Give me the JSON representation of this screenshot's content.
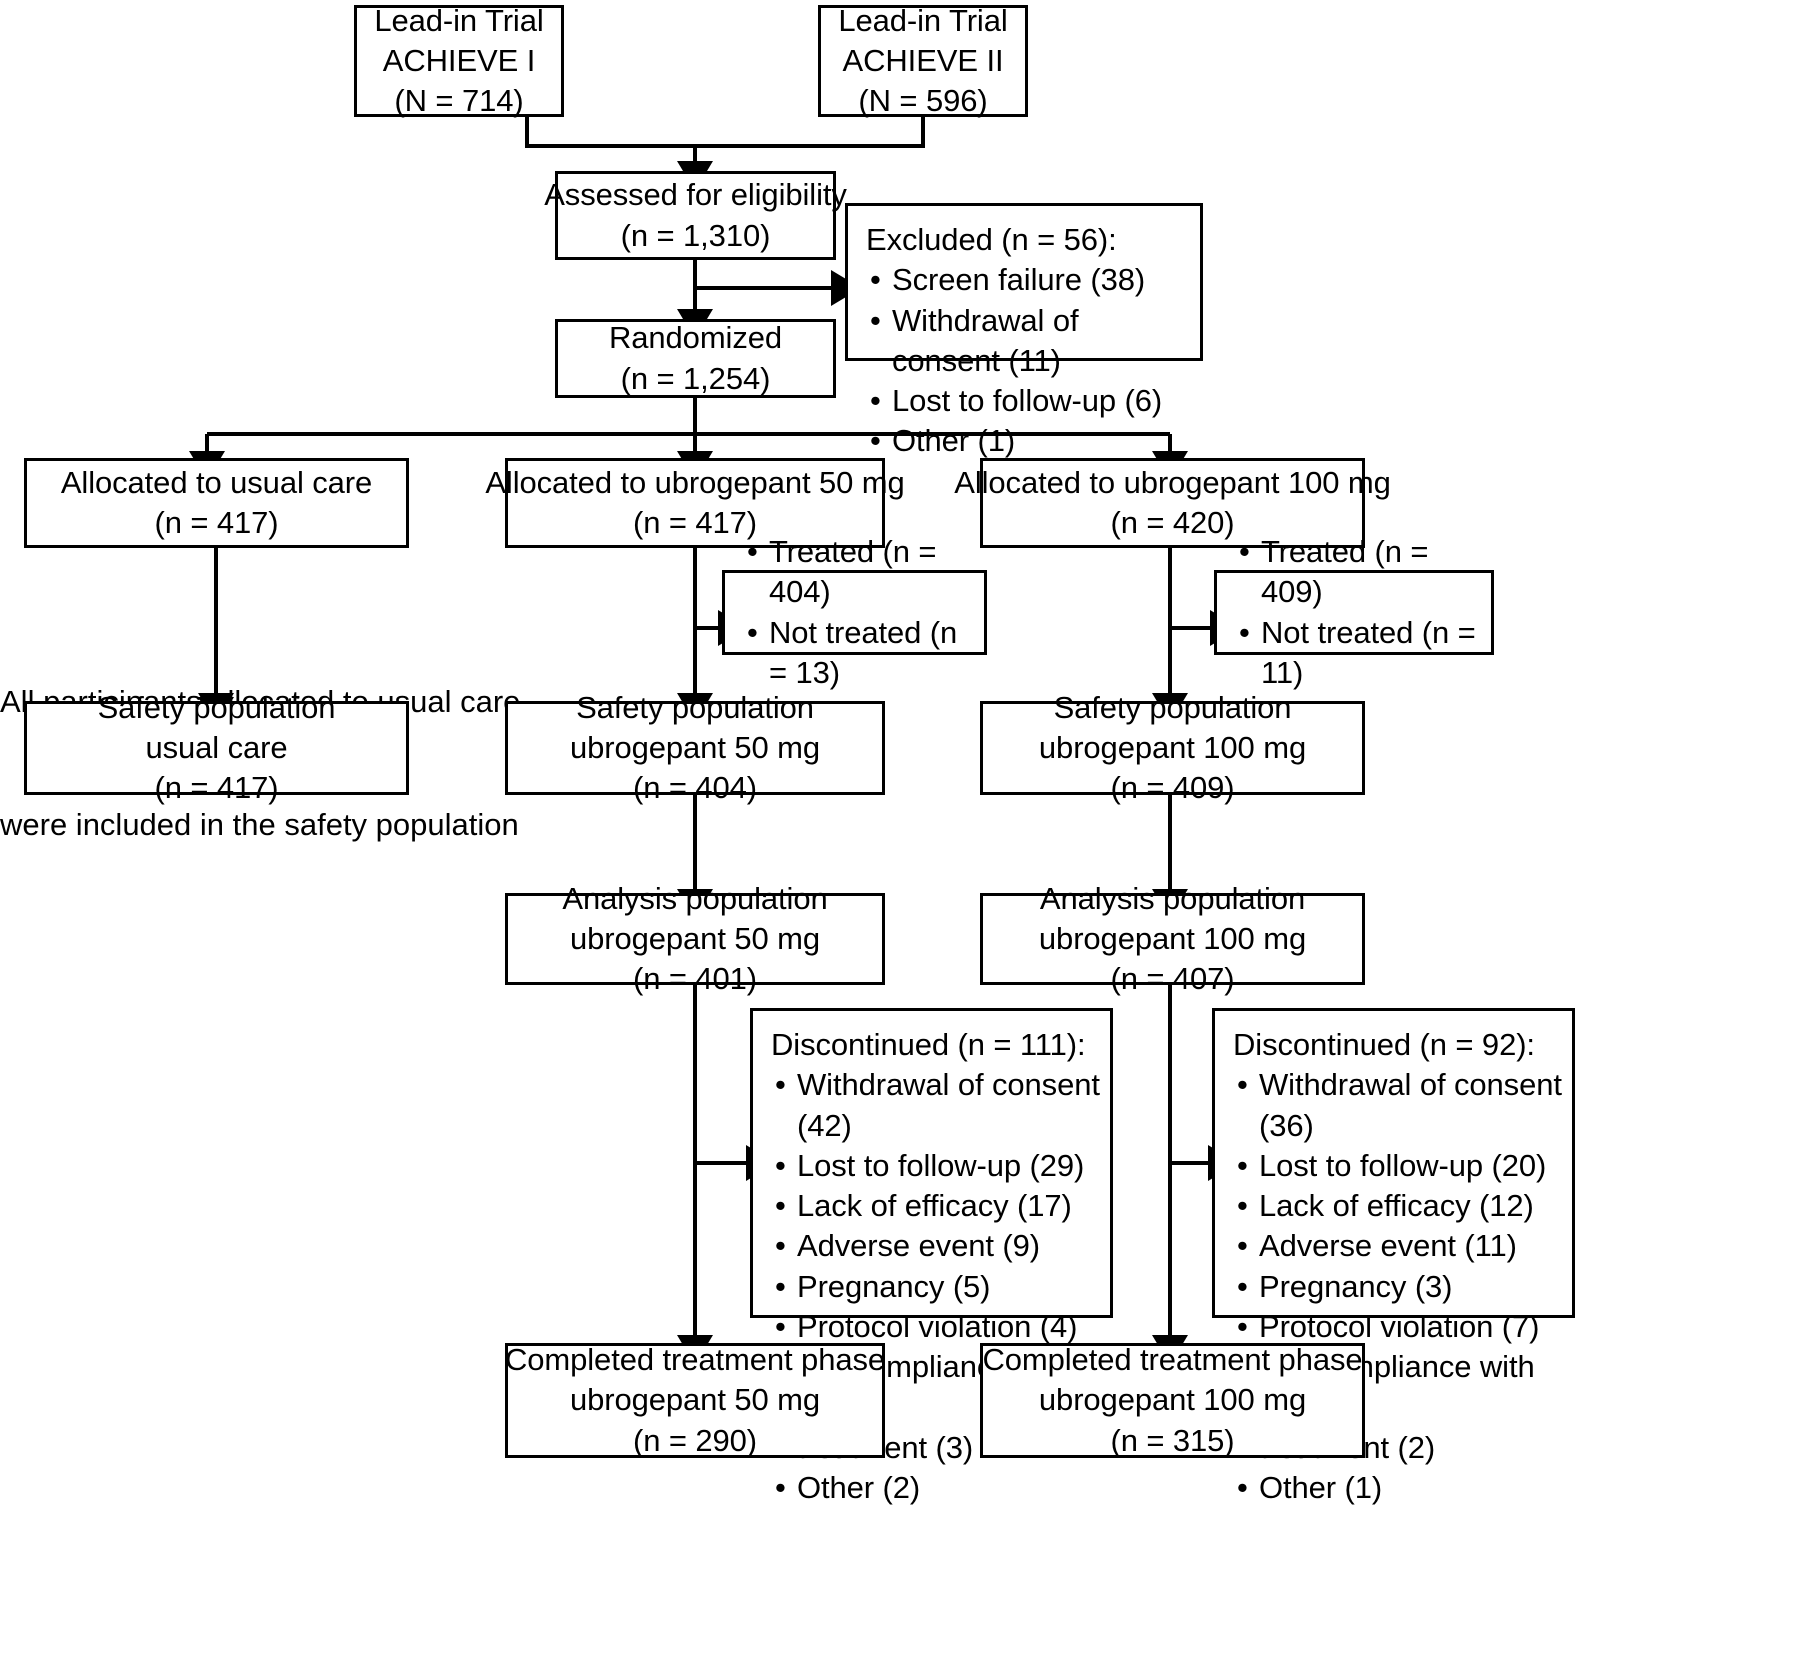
{
  "diagram": {
    "title": "CONSORT participant flow diagram",
    "ink_color": "#000000",
    "background_color": "#ffffff"
  },
  "nodes": {
    "lead_in_1": {
      "line1": "Lead-in Trial",
      "line2": "ACHIEVE I",
      "line3": "(N = 714)"
    },
    "lead_in_2": {
      "line1": "Lead-in Trial",
      "line2": "ACHIEVE II",
      "line3": "(N = 596)"
    },
    "assessed": {
      "line1": "Assessed for eligibility",
      "line2": "(n = 1,310)"
    },
    "excluded": {
      "header": "Excluded (n = 56):",
      "items": [
        "Screen failure (38)",
        "Withdrawal of consent (11)",
        "Lost to follow-up (6)",
        "Other (1)"
      ]
    },
    "randomized": {
      "line1": "Randomized",
      "line2": "(n = 1,254)"
    },
    "alloc_usual": {
      "line1": "Allocated to usual care",
      "line2": "(n = 417)"
    },
    "alloc_50": {
      "line1": "Allocated to ubrogepant 50 mg",
      "line2": "(n = 417)"
    },
    "alloc_100": {
      "line1": "Allocated to ubrogepant 100 mg",
      "line2": "(n = 420)"
    },
    "usual_care_note": {
      "line1": "All participants allocated to usual care",
      "line2": "were included in the safety population"
    },
    "treated_50": {
      "items": [
        "Treated (n = 404)",
        "Not treated (n = 13)"
      ]
    },
    "treated_100": {
      "items": [
        "Treated (n = 409)",
        "Not treated (n = 11)"
      ]
    },
    "safety_usual": {
      "line1": "Safety population",
      "line2": "usual care",
      "line3": "(n = 417)"
    },
    "safety_50": {
      "line1": "Safety population",
      "line2": "ubrogepant 50 mg",
      "line3": "(n = 404)"
    },
    "safety_100": {
      "line1": "Safety population",
      "line2": "ubrogepant 100 mg",
      "line3": "(n = 409)"
    },
    "analysis_50": {
      "line1": "Analysis population",
      "line2": "ubrogepant 50 mg",
      "line3": "(n = 401)"
    },
    "analysis_100": {
      "line1": "Analysis population",
      "line2": "ubrogepant 100 mg",
      "line3": "(n = 407)"
    },
    "discontinued_50": {
      "header": "Discontinued (n = 111):",
      "items": [
        "Withdrawal of consent (42)",
        "Lost to follow-up (29)",
        "Lack of efficacy (17)",
        "Adverse event (9)",
        "Pregnancy (5)",
        "Protocol violation (4)",
        "Noncompliance with trial",
        "treatment (3)",
        "Other (2)"
      ]
    },
    "discontinued_100": {
      "header": "Discontinued (n = 92):",
      "items": [
        "Withdrawal of consent (36)",
        "Lost to follow-up (20)",
        "Lack of efficacy (12)",
        "Adverse event (11)",
        "Pregnancy (3)",
        "Protocol violation (7)",
        "Noncompliance with trial",
        "treatment (2)",
        "Other (1)"
      ]
    },
    "completed_50": {
      "line1": "Completed treatment phase",
      "line2": "ubrogepant 50 mg",
      "line3": "(n = 290)"
    },
    "completed_100": {
      "line1": "Completed treatment phase",
      "line2": "ubrogepant 100 mg",
      "line3": "(n = 315)"
    }
  }
}
